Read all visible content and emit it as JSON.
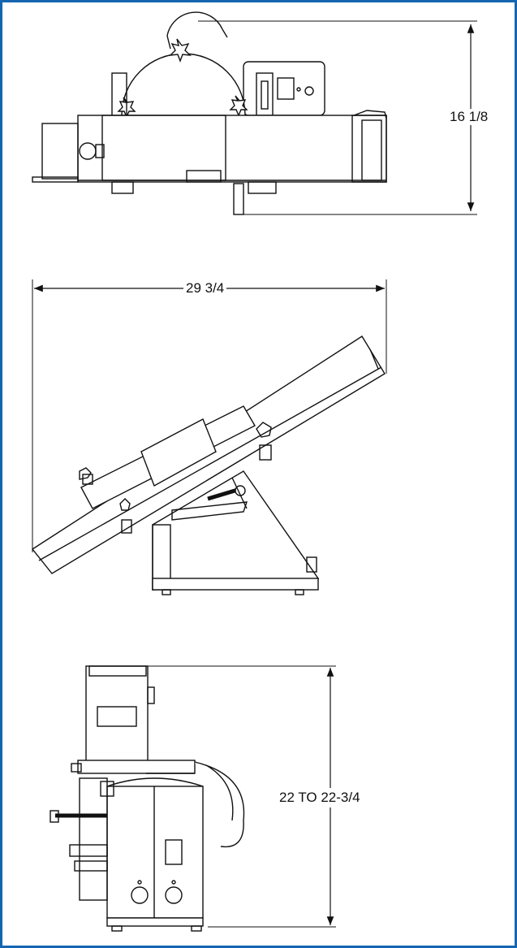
{
  "colors": {
    "frame_border": "#1565b0",
    "line": "#111111",
    "background": "#ffffff"
  },
  "views": {
    "top": {
      "dimension_label": "16 1/8"
    },
    "side": {
      "dimension_label": "29 3/4"
    },
    "front": {
      "dimension_label": "22  TO 22-3/4"
    }
  }
}
